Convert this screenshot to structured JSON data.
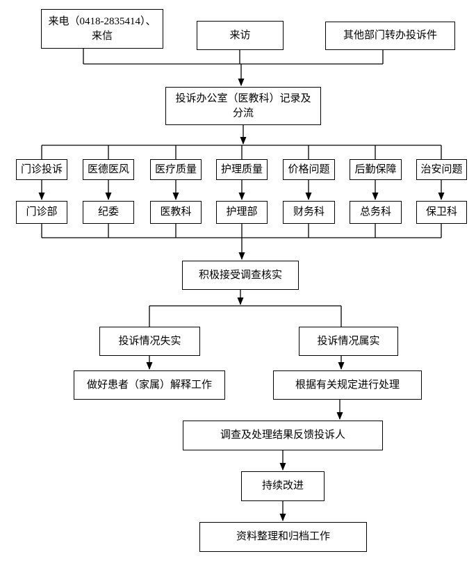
{
  "flow": {
    "intake_phone": {
      "line1": "来电（0418-2835414）、",
      "line2": "来信"
    },
    "intake_visit": "来访",
    "intake_transfer": "其他部门转办投诉件",
    "office": {
      "line1": "投诉办公室（医教科）记录及",
      "line2": "分流"
    },
    "categories": [
      "门诊投诉",
      "医德医风",
      "医疗质量",
      "护理质量",
      "价格问题",
      "后勤保障",
      "治安问题"
    ],
    "departments": [
      "门诊部",
      "纪委",
      "医教科",
      "护理部",
      "财务科",
      "总务科",
      "保卫科"
    ],
    "verify": "积极接受调查核实",
    "case_false": "投诉情况失实",
    "case_true": "投诉情况属实",
    "explain": "做好患者（家属）解释工作",
    "handle": "根据有关规定进行处理",
    "feedback": "调查及处理结果反馈投诉人",
    "improve": "持续改进",
    "archive": "资料整理和归档工作"
  },
  "colors": {
    "line": "#000000",
    "box_border": "#000000",
    "background": "#ffffff"
  }
}
